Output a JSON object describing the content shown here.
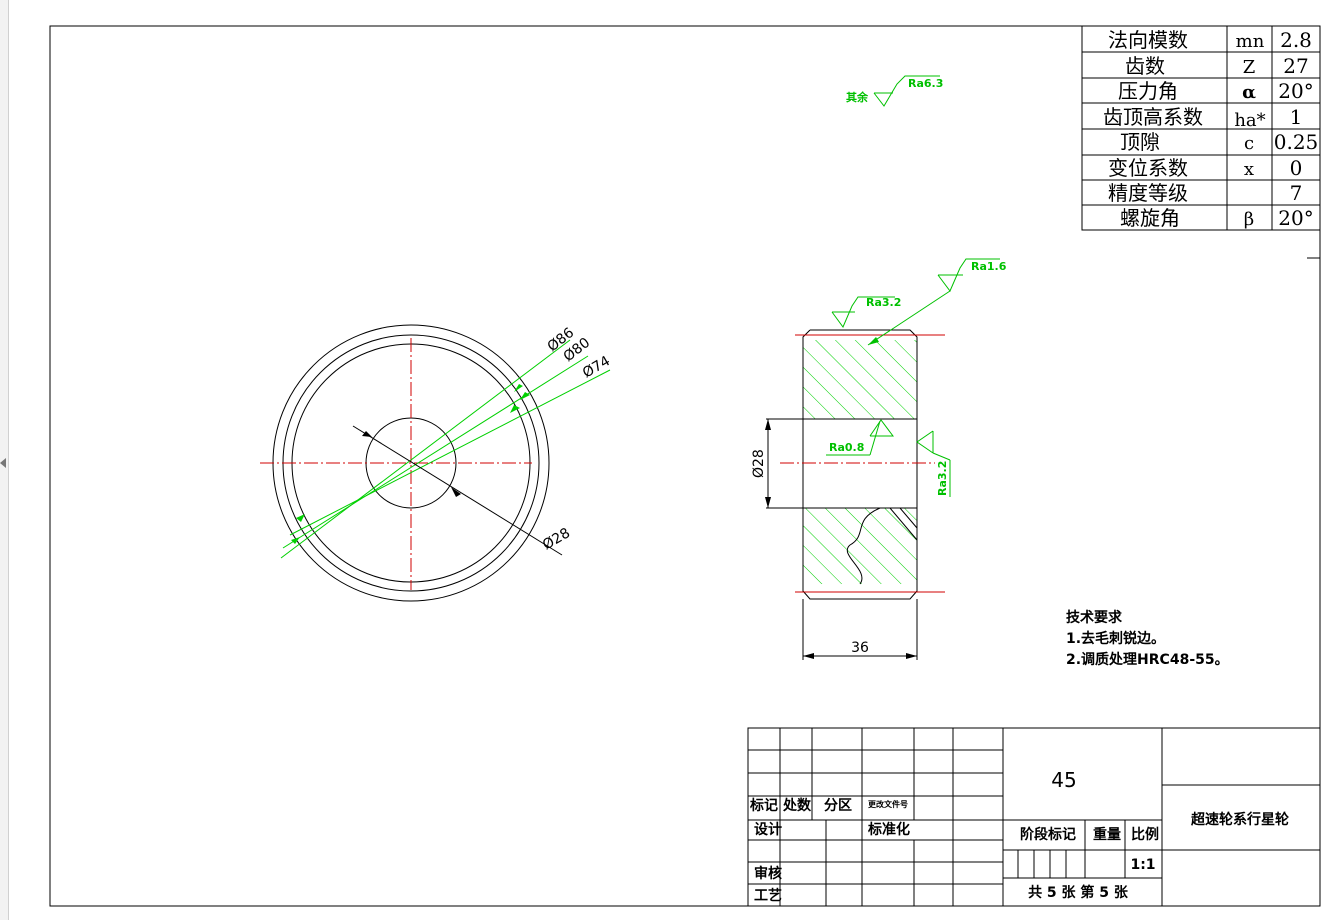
{
  "parameter_table": {
    "rows": [
      {
        "name": "法向模数",
        "symbol": "mn",
        "value": "2.8"
      },
      {
        "name": "齿数",
        "symbol": "Z",
        "value": "27"
      },
      {
        "name": "压力角",
        "symbol": "α",
        "value": "20°"
      },
      {
        "name": "齿顶高系数",
        "symbol": "ha*",
        "value": "1"
      },
      {
        "name": "顶隙",
        "symbol": "c",
        "value": "0.25"
      },
      {
        "name": "变位系数",
        "symbol": "x",
        "value": "0"
      },
      {
        "name": "精度等级",
        "symbol": "",
        "value": "7"
      },
      {
        "name": "螺旋角",
        "symbol": "β",
        "value": "20°"
      }
    ]
  },
  "roughness": {
    "general_label": "其余",
    "general_value": "Ra6.3",
    "top_outer": "Ra3.2",
    "top_right": "Ra1.6",
    "bore": "Ra0.8",
    "face": "Ra3.2"
  },
  "dimensions": {
    "d86": "Ø86",
    "d80": "Ø80",
    "d74": "Ø74",
    "d28_front": "Ø28",
    "d28_section": "Ø28",
    "width": "36"
  },
  "tech_requirements": {
    "title": "技术要求",
    "items": [
      "1.去毛刺锐边。",
      "2.调质处理HRC48-55。"
    ]
  },
  "title_block": {
    "material": "45",
    "part_name": "超速轮系行星轮",
    "labels": {
      "mark": "标记",
      "count": "处数",
      "zone": "分区",
      "change_doc": "更改文件号",
      "design": "设计",
      "standardize": "标准化",
      "stage_mark": "阶段标记",
      "weight": "重量",
      "scale": "比例",
      "review": "审核",
      "process": "工艺"
    },
    "scale_value": "1:1",
    "sheets": "共 5 张 第 5 张"
  },
  "colors": {
    "outline": "#000000",
    "centerline": "#d00000",
    "annotation": "#00d000",
    "hatch": "#00d000"
  }
}
